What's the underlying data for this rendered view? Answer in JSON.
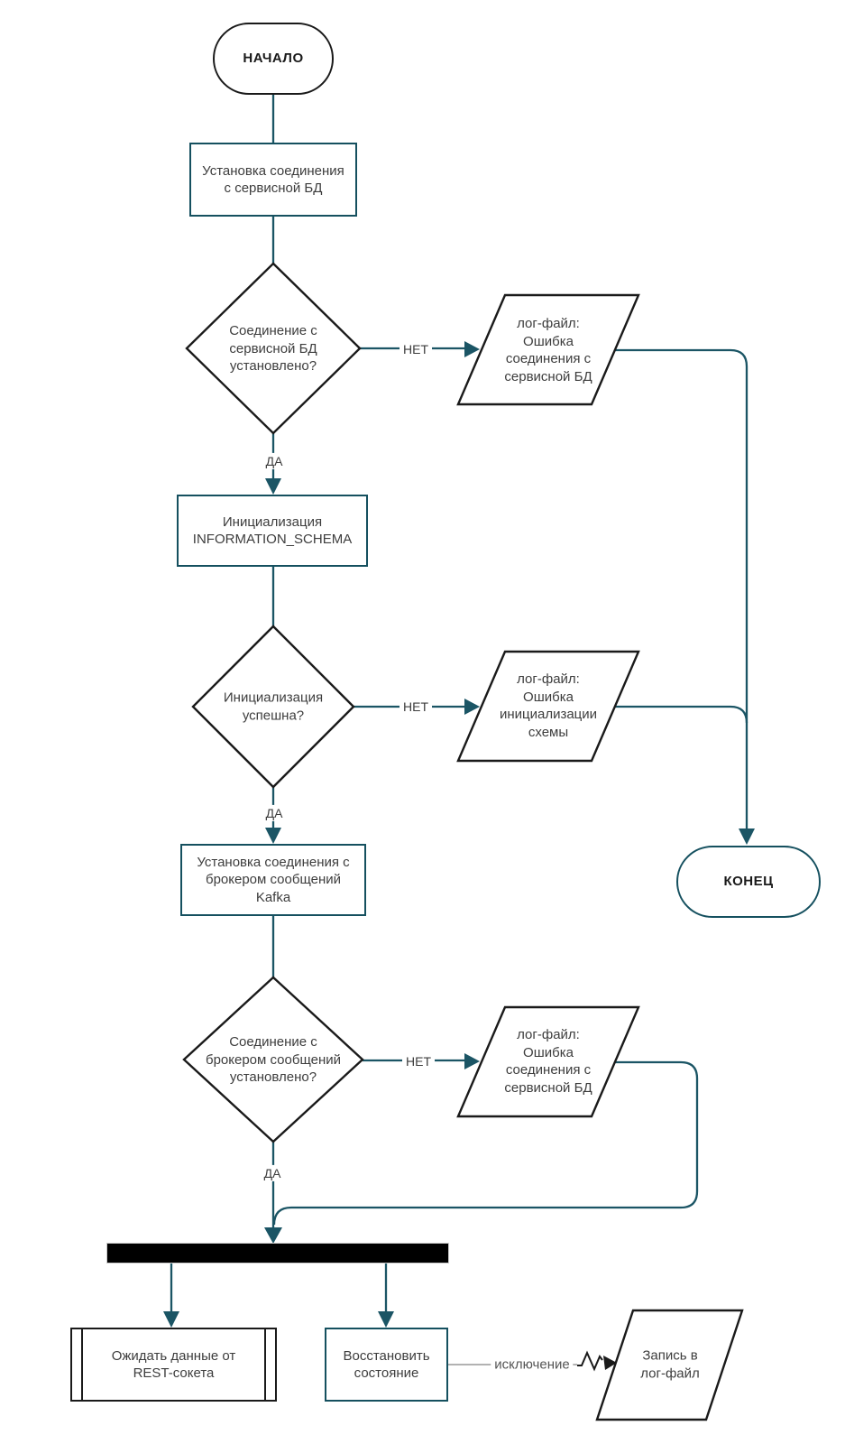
{
  "flowchart": {
    "start": "НАЧАЛО",
    "end": "КОНЕЦ",
    "process_connect_db": [
      "Установка соединения",
      "с сервисной БД"
    ],
    "decision_db_connected": [
      "Соединение с",
      "сервисной БД",
      "установлено?"
    ],
    "io_log_db_error": [
      "лог-файл:",
      "Ошибка",
      "соединения с",
      "сервисной БД"
    ],
    "process_init_schema": [
      "Инициализация",
      "INFORMATION_SCHEMA"
    ],
    "decision_init_ok": [
      "Инициализация",
      "успешна?"
    ],
    "io_log_schema_error": [
      "лог-файл:",
      "Ошибка",
      "инициализации",
      "схемы"
    ],
    "process_connect_kafka": [
      "Установка соединения с",
      "брокером сообщений",
      "Kafka"
    ],
    "decision_kafka_connected": [
      "Соединение с",
      "брокером сообщений",
      "установлено?"
    ],
    "io_log_kafka_error": [
      "лог-файл:",
      "Ошибка",
      "соединения с",
      "сервисной БД"
    ],
    "subroutine_wait_rest": [
      "Ожидать данные от",
      "REST-сокета"
    ],
    "process_restore_state": [
      "Восстановить",
      "состояние"
    ],
    "io_write_log": [
      "Запись в",
      "лог-файл"
    ],
    "labels": {
      "no1": "НЕТ",
      "yes1": "ДА",
      "no2": "НЕТ",
      "yes2": "ДА",
      "no3": "НЕТ",
      "yes3": "ДА",
      "exception": "исключение"
    }
  },
  "colors": {
    "connector_teal": "#1b5565",
    "process_border_teal": "#15505f",
    "shape_border_dark": "#1a1a1a",
    "text": "#3d3d3d",
    "exception_line_gray": "#999999",
    "fork_bar": "#000000"
  }
}
